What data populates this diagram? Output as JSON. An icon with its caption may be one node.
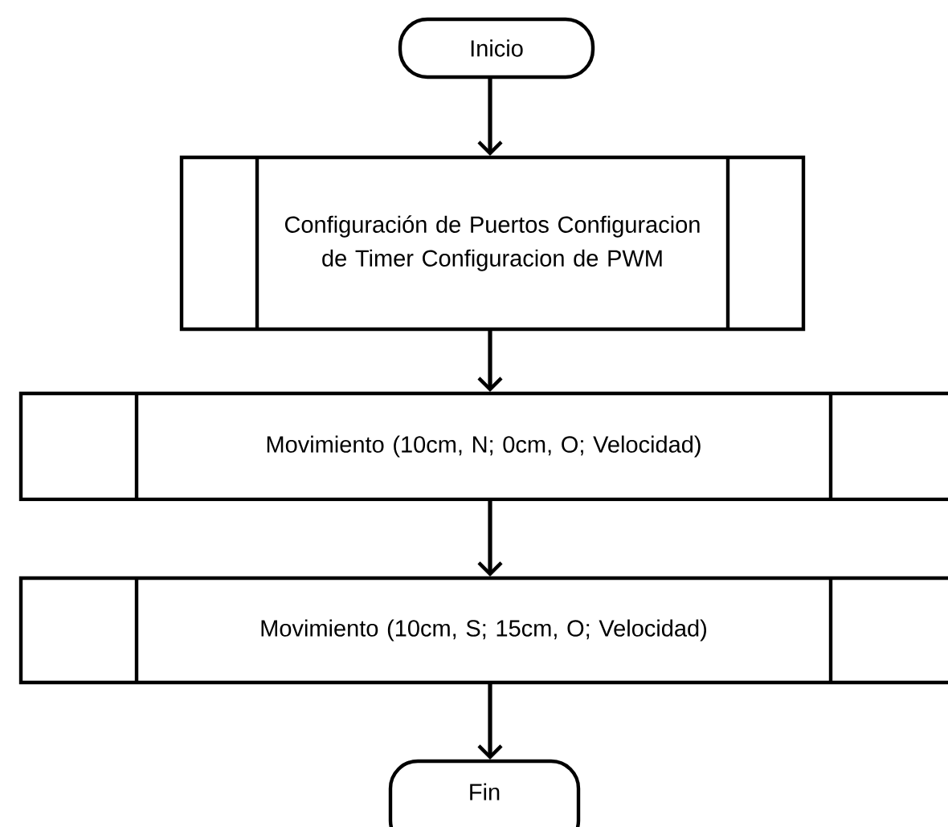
{
  "diagram": {
    "nodes": [
      {
        "text": [
          "Inicio"
        ]
      },
      {
        "text": [
          "Configuración de Puertos Configuracion de Timer Configuracion de PWM"
        ]
      },
      {
        "text": [
          "Movimiento (10cm, N; 0cm, O; Velocidad)"
        ]
      },
      {
        "text": [
          "Movimiento (10cm, S; 15cm, O; Velocidad)"
        ]
      },
      {
        "text": [
          "Fin"
        ]
      }
    ],
    "edges": [
      {
        "from": 0,
        "to": 1,
        "arrow": "to"
      },
      {
        "from": 1,
        "to": 2,
        "arrow": "to"
      },
      {
        "from": 2,
        "to": 3,
        "arrow": "to"
      },
      {
        "from": 3,
        "to": 4,
        "arrow": "to"
      }
    ]
  }
}
